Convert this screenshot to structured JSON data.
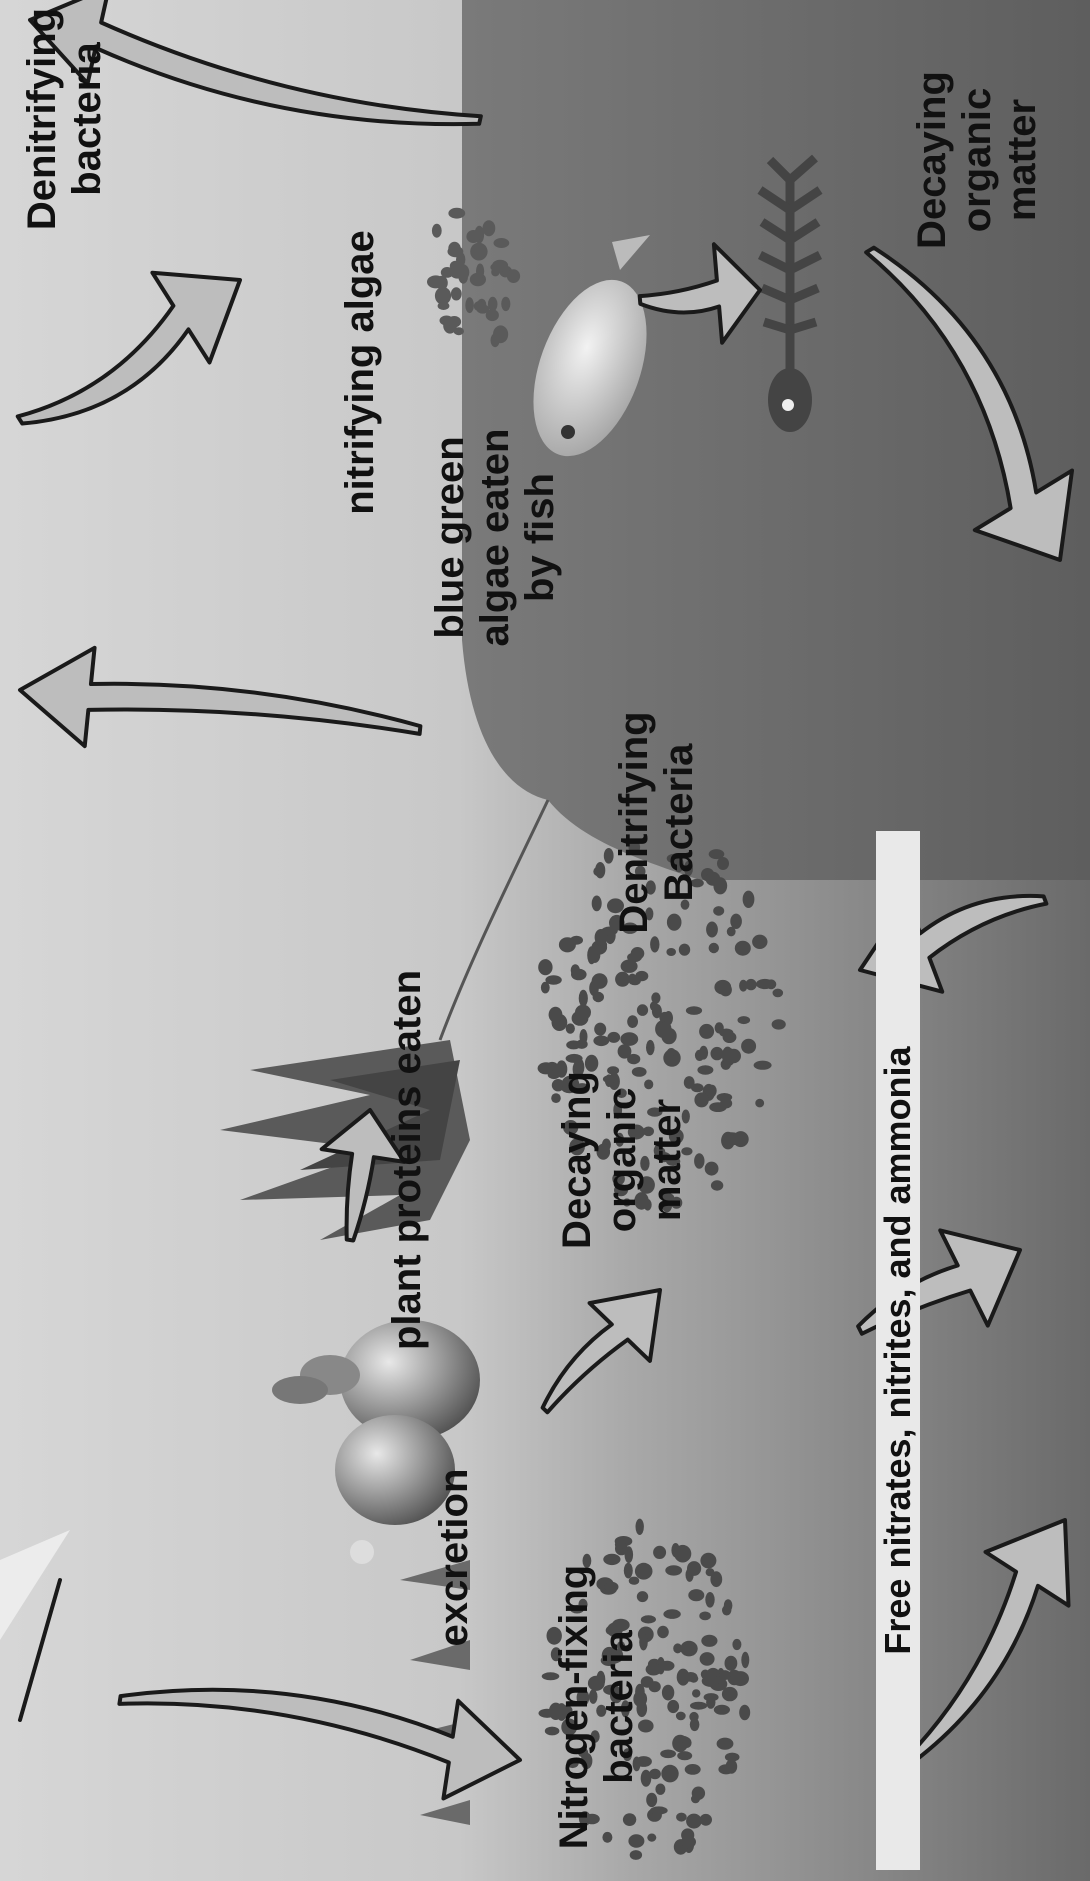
{
  "labels": {
    "denitrifying_bacteria_top": "Denitrifying\nbacteria",
    "decaying_top": "Decaying\norganic\nmatter",
    "nitrifying_algae": "nitrifying algae",
    "blue_green": "blue green\nalgae eaten\nby fish",
    "denitrifying_bacteria_mid": "Denitrifying Bacteria",
    "plant_proteins": "plant proteins eaten",
    "decaying_mid": "Decaying\norganic\nmatter",
    "excretion": "excretion",
    "nitrogen_fixing": "Nitrogen-fixing\nbacteria",
    "free_nitrates": "Free nitrates, nitrites, and ammonia"
  },
  "colors": {
    "sky": "#cfcfcf",
    "water": "#6e6e6e",
    "soil": "#7c7c7c",
    "arrow": "#b8b8b8",
    "label_box": "#e9e9e9"
  },
  "icons": [
    "rabbit-icon",
    "fish-icon",
    "fish-skeleton-icon",
    "plant-icon",
    "bacteria-cluster-icon",
    "arrow-icon"
  ]
}
